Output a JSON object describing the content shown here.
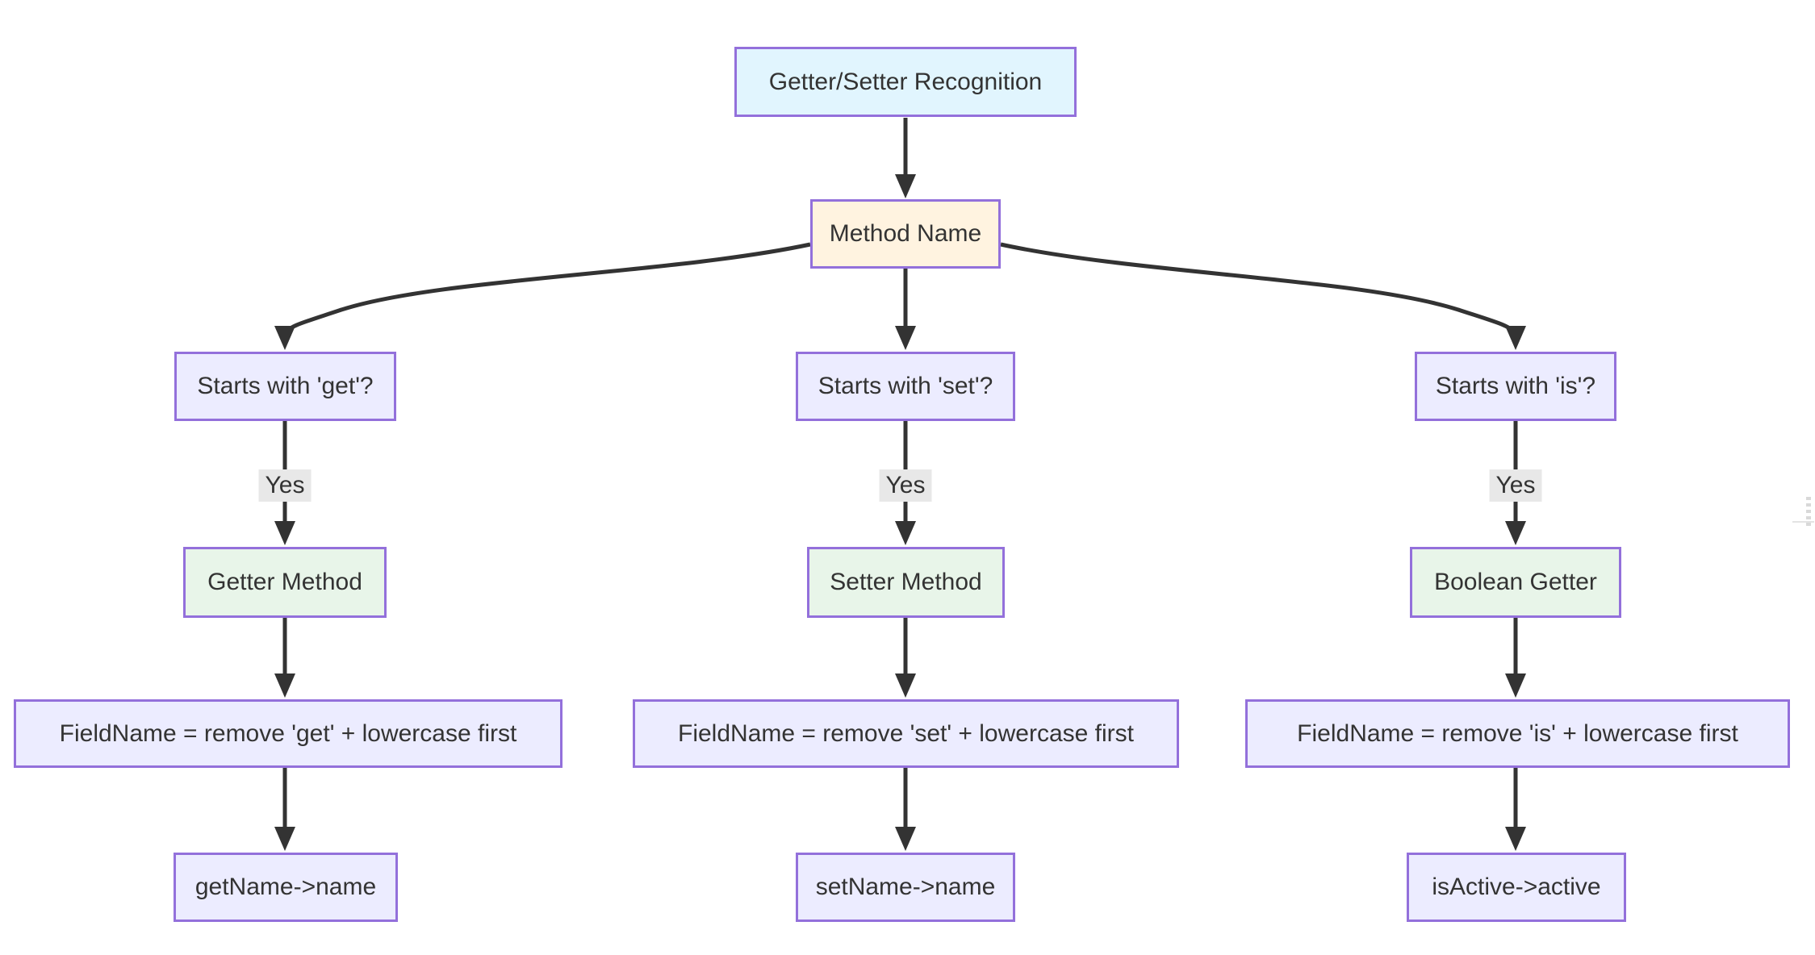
{
  "diagram": {
    "title_node": "Getter/Setter Recognition",
    "root_node": "Method Name",
    "columns": [
      {
        "id": "get",
        "question": "Starts with 'get'?",
        "edge_label": "Yes",
        "type_node": "Getter Method",
        "rule_node": "FieldName = remove 'get' + lowercase first",
        "example_node": "getName->name"
      },
      {
        "id": "set",
        "question": "Starts with 'set'?",
        "edge_label": "Yes",
        "type_node": "Setter Method",
        "rule_node": "FieldName = remove 'set' + lowercase first",
        "example_node": "setName->name"
      },
      {
        "id": "is",
        "question": "Starts with 'is'?",
        "edge_label": "Yes",
        "type_node": "Boolean Getter",
        "rule_node": "FieldName = remove 'is' + lowercase first",
        "example_node": "isActive->active"
      }
    ],
    "colors": {
      "title_fill": "#e1f5fe",
      "root_fill": "#fff3e0",
      "question_fill": "#ececff",
      "type_fill": "#e8f5e9",
      "rule_fill": "#ececff",
      "example_fill": "#ececff",
      "node_border": "#9370db",
      "edge": "#333333",
      "edge_label_bg": "#e8e8e8",
      "text": "#333333",
      "background": "#ffffff"
    }
  }
}
